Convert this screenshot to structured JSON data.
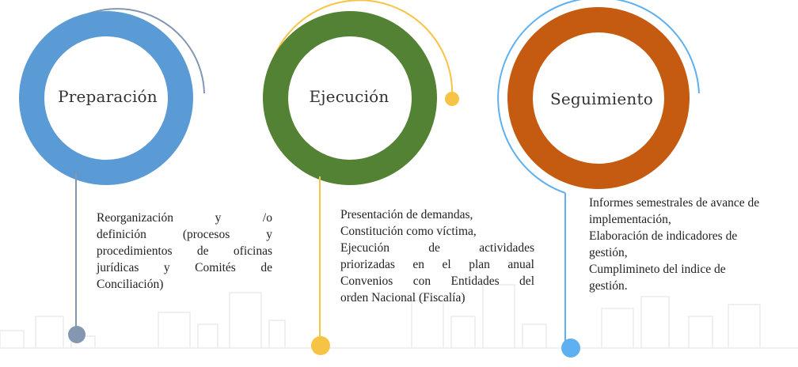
{
  "stages": [
    {
      "title": "Preparación",
      "ring_color": "#5b9bd5",
      "accent_color": "#8497b0",
      "description_lines": [
        "Reorganización y /o",
        "definición (procesos y",
        "procedimientos de oficinas",
        "jurídicas y Comités de",
        "Conciliación)"
      ]
    },
    {
      "title": "Ejecución",
      "ring_color": "#548235",
      "accent_color": "#f7c344",
      "description_lines": [
        "Presentación de demandas,",
        "Constitución como víctima,",
        "Ejecución de actividades",
        "priorizadas en el plan anual",
        "Convenios con Entidades del",
        "orden Nacional (Fiscalía)"
      ]
    },
    {
      "title": "Seguimiento",
      "ring_color": "#c55a11",
      "accent_color": "#5fb0f0",
      "description_lines": [
        "Informes semestrales de avance de",
        "implementación,",
        "Elaboración de indicadores de",
        "gestión,",
        "Cumplimineto del indice de",
        "gestión."
      ]
    }
  ]
}
